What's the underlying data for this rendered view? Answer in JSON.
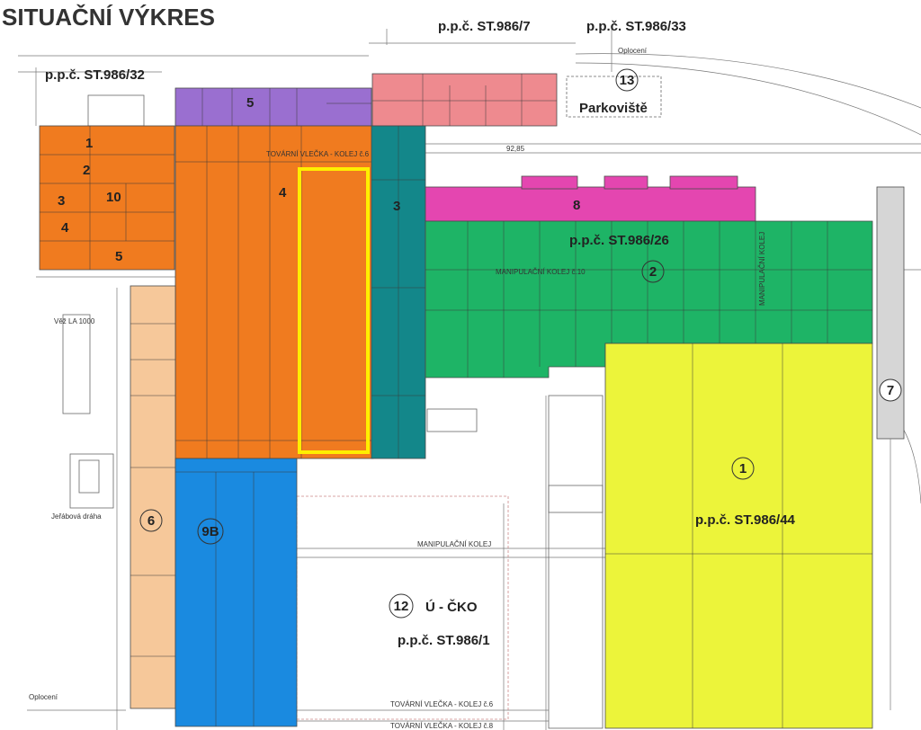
{
  "title": "SITUAČNÍ VÝKRES",
  "parcels": {
    "p32": "p.p.č. ST.986/32",
    "p7": "p.p.č. ST.986/7",
    "p33": "p.p.č. ST.986/33",
    "p26": "p.p.č. ST.986/26",
    "p44": "p.p.č. ST.986/44",
    "p1": "p.p.č. ST.986/1"
  },
  "labels": {
    "parkoviste": "Parkoviště",
    "ucko": "Ú - ČKO",
    "oploceni_top": "Oplocení",
    "oploceni_bottom": "Oplocení",
    "tovarni_vlecka_top": "TOVÁRNÍ VLEČKA - KOLEJ č.6",
    "manipulacni_kolej_10": "MANIPULAČNÍ KOLEJ č.10",
    "manipulacni_kolej_vert": "MANIPULAČNÍ KOLEJ",
    "manipulacni_kolej": "MANIPULAČNÍ KOLEJ",
    "tovarni_vlecka_bottom": "TOVÁRNÍ VLEČKA - KOLEJ č.6",
    "tovarni_vlecka_bottom2": "TOVÁRNÍ VLEČKA - KOLEJ č.8",
    "vez": "Věž LA 1000",
    "jerabova_draha": "Jeřábová dráha",
    "dim_9285": "92,85"
  },
  "buildings": {
    "b1": "1",
    "b2": "2",
    "b3": "3",
    "b4": "4",
    "b5": "5",
    "b6": "6",
    "b7": "7",
    "b8": "8",
    "b9b": "9B",
    "b10": "10",
    "b12": "12",
    "b13": "13",
    "s1": "1",
    "s2": "2",
    "s3": "3",
    "s4": "4",
    "s5": "5"
  },
  "colors": {
    "orange": "#f07b1f",
    "yellow": "#ecf43a",
    "green": "#1eb466",
    "teal": "#13878a",
    "blue": "#1a8ae0",
    "purple": "#9a6fd0",
    "pink": "#ee8a8f",
    "magenta": "#e446b0",
    "peach": "#f6c89a",
    "gray": "#d6d6d6",
    "highlight": "#ffee00"
  }
}
